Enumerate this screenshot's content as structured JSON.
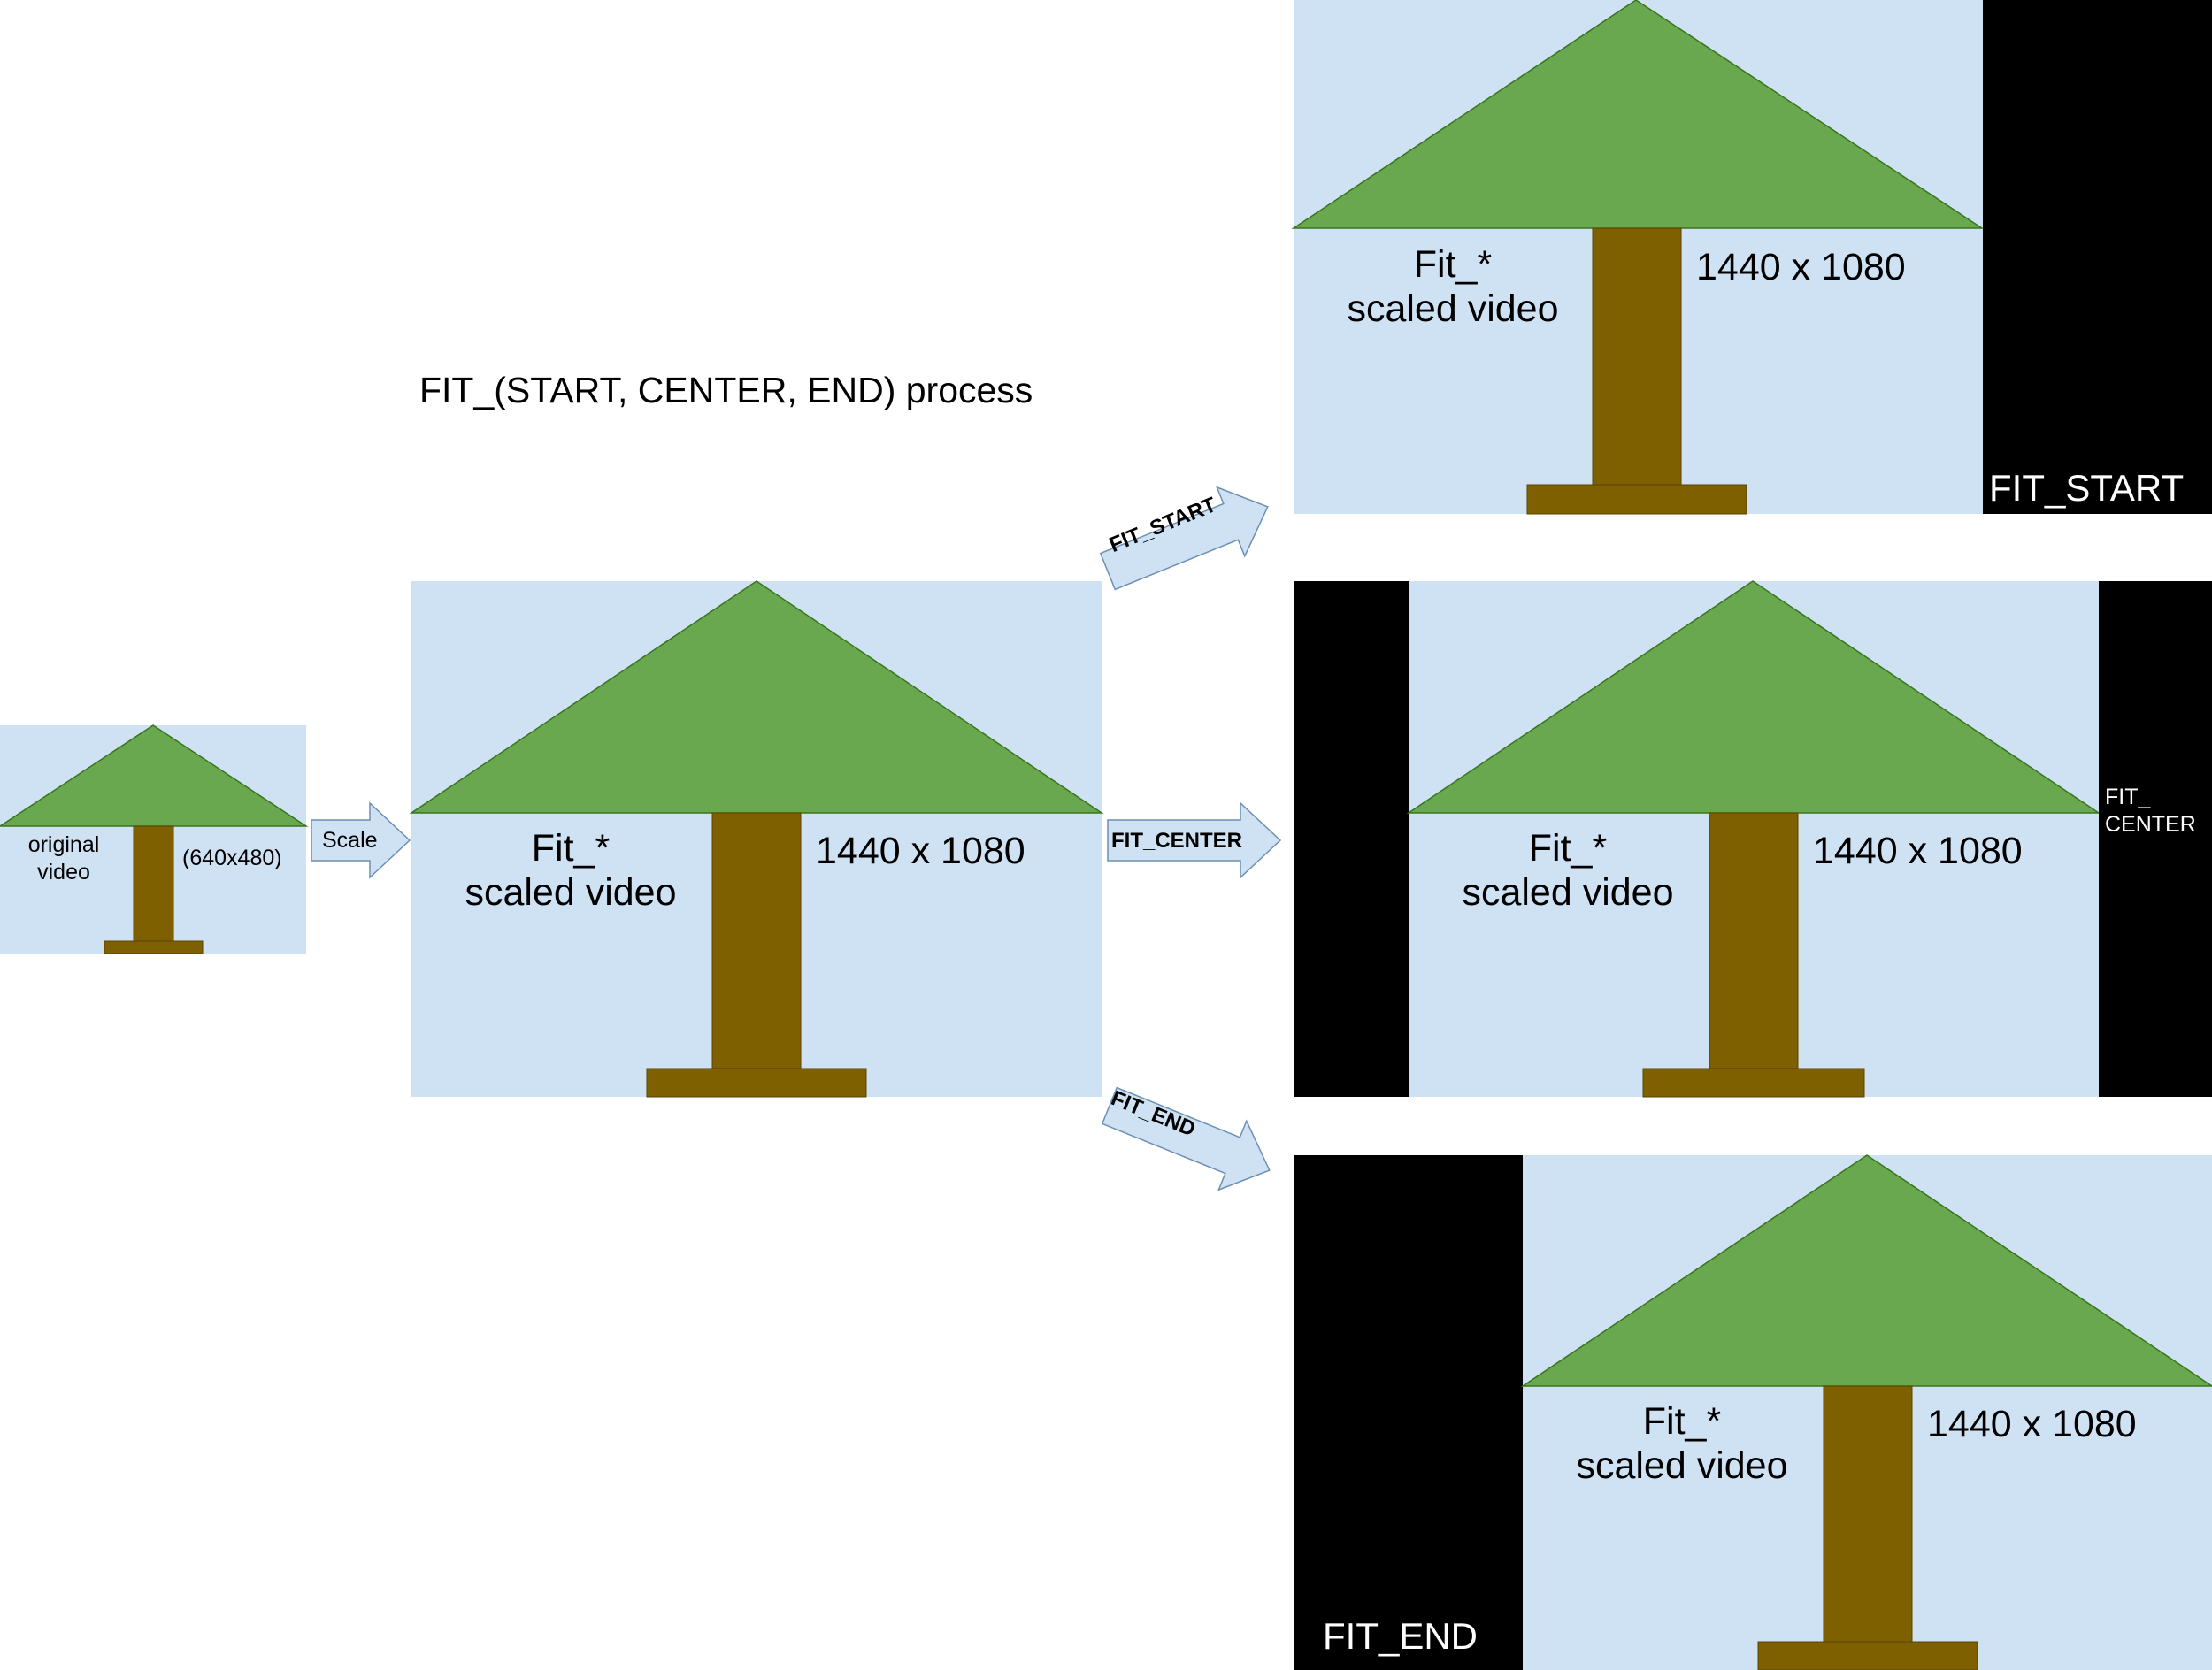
{
  "title": "FIT_(START, CENTER, END) process",
  "original": {
    "label_line1": "original",
    "label_line2": "video",
    "size": "(640x480)"
  },
  "scaled": {
    "label_line1": "Fit_*",
    "label_line2": "scaled video",
    "size": "1440 x 1080"
  },
  "arrows": {
    "scale": "Scale",
    "fit_start": "FIT_START",
    "fit_center": "FIT_CENTER",
    "fit_end": "FIT_END"
  },
  "outputs": {
    "fit_start": {
      "label_line1": "Fit_*",
      "label_line2": "scaled video",
      "size": "1440 x 1080",
      "bar_label": "FIT_START"
    },
    "fit_center": {
      "label_line1": "Fit_*",
      "label_line2": "scaled video",
      "size": "1440 x 1080",
      "bar_label_line1": "FIT_",
      "bar_label_line2": "CENTER"
    },
    "fit_end": {
      "label_line1": "Fit_*",
      "label_line2": "scaled video",
      "size": "1440 x 1080",
      "bar_label": "FIT_END"
    }
  },
  "colors": {
    "sky": "#cfe2f3",
    "foliage": "#6aa84f",
    "trunk": "#7f6000",
    "bar": "#000000",
    "arrow_fill": "#cfe2f3",
    "arrow_stroke": "#6d8fb3"
  }
}
